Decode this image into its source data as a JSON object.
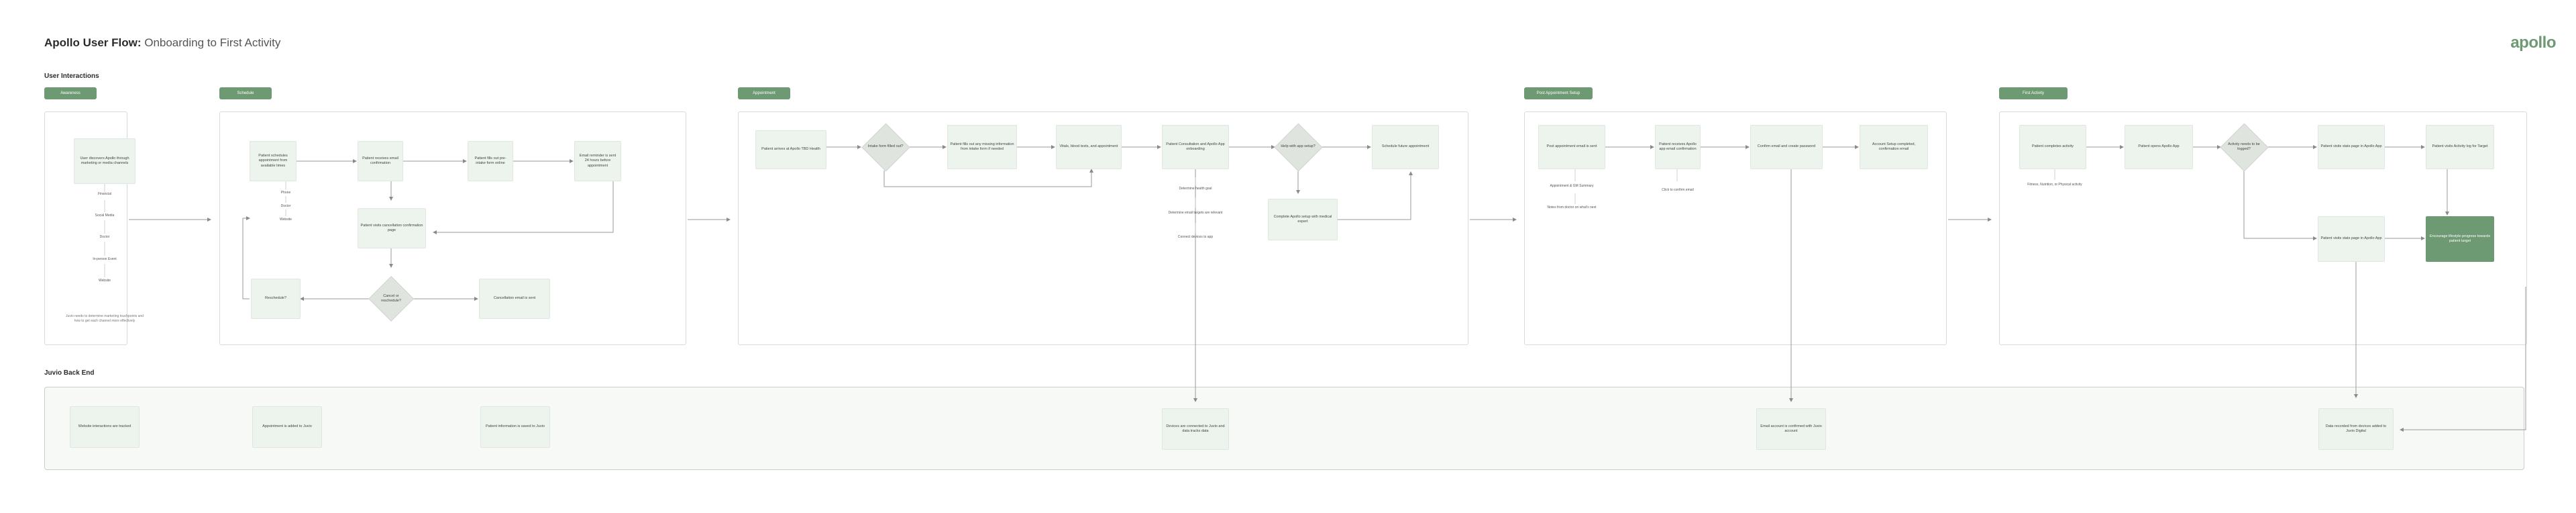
{
  "header": {
    "title_bold": "Apollo User Flow:",
    "title_rest": " Onboarding to First Activity",
    "logo": "apollo"
  },
  "sections": {
    "user_interactions": "User Interactions",
    "backend": "Juvio Back End"
  },
  "tags": {
    "awareness": "Awareness",
    "schedule": "Schedule",
    "appointment": "Appointment",
    "post_setup": "Post Appointment Setup",
    "first_activity": "First Activity"
  },
  "awareness": {
    "discover": "User discovers Apollo through marketing or media channels",
    "channels": [
      "Financial",
      "Social Media",
      "Doctor",
      "In-person Event",
      "Website"
    ],
    "note": "Juvio needs to determine marketing touchpoints and how to get each channel more effectively"
  },
  "schedule": {
    "schedules": "Patient schedules appointment from available times",
    "channels": [
      "Phone",
      "Doctor",
      "Website"
    ],
    "email_conf": "Patient receives email confirmation",
    "fills_intake": "Patient fills out pre-intake form online",
    "reminder": "Email reminder is sent 24 hours before appointment",
    "visits_cancel": "Patient visits cancellation confirmation page",
    "cancel_q": "Cancel or reschedule?",
    "reschedule": "Reschedule?",
    "cancel_email": "Cancellation email is sent"
  },
  "appointment": {
    "arrives": "Patient arrives at Apollo TBD Health",
    "intake_q": "Intake form filled out?",
    "fills_missing": "Patient fills out any missing information from intake form if needed",
    "vitals": "Vitals, blood tests, and appointment",
    "consult": "Patient Consultation and Apollo App onboarding",
    "sub1": "Determine health goal",
    "sub2": "Determine email targets are relevant",
    "sub3": "Connect devices to app",
    "help_q": "Help with app setup?",
    "complete_setup": "Complete Apollo setup with medical expert",
    "future": "Schedule future appointment"
  },
  "post": {
    "summary_email": "Post appointment email is sent",
    "sub1": "Appointment & GM Summary",
    "sub2": "Notes from doctor on what's next",
    "receives": "Patient receives Apollo app email confirmation",
    "click": "Click to confirm email",
    "confirm": "Confirm email and create password",
    "setup_done": "Account Setup completed, confirmation email"
  },
  "first": {
    "completes": "Patient completes activity",
    "sub1": "Fitness, Nutrition, or Physical activity",
    "opens": "Patient opens Apollo App",
    "needs_q": "Activity needs to be logged?",
    "visits_stats": "Patient visits stats page in Apollo App",
    "logs": "Patient visits Activity log for Target",
    "visits_stats2": "Patient visits stats page in Apollo App",
    "encourage": "Encourage lifestyle progress towards patient target"
  },
  "backend": {
    "b1": "Website interactions are tracked",
    "b2": "Appointment is added to Juvio",
    "b3": "Patient information is saved to Juvio",
    "b4": "Devices are connected to Juvio and data tracks data",
    "b5": "Email account is confirmed with Juvio account",
    "b6": "Data recorded from devices added to Juvio Digital"
  }
}
